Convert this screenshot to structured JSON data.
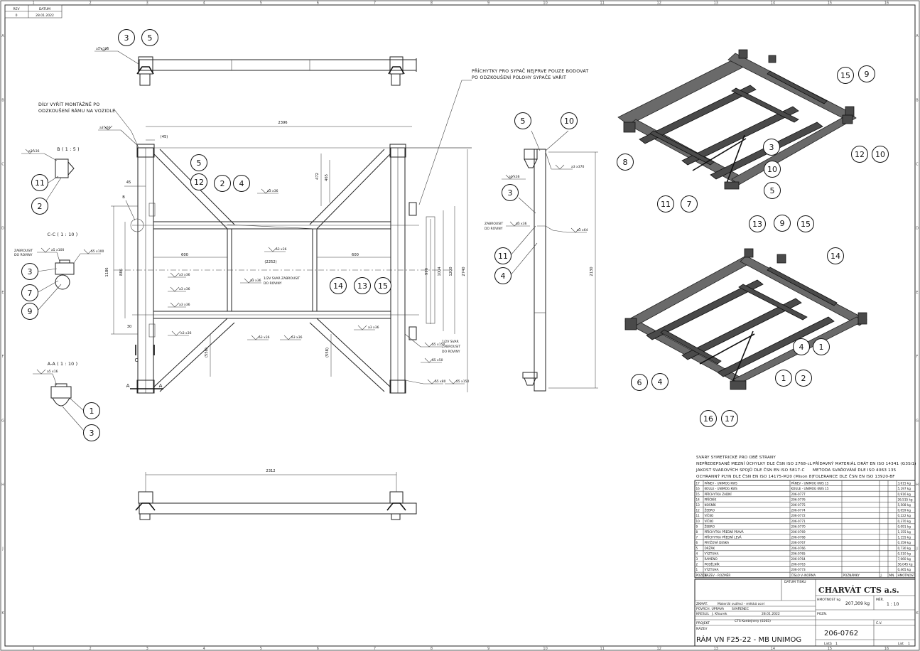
{
  "revision": {
    "rev_label": "REV",
    "date_label": "DATUM",
    "rev": "0",
    "date": "28.01.2022"
  },
  "zones": {
    "columns": [
      "1",
      "2",
      "3",
      "4",
      "5",
      "6",
      "7",
      "8",
      "9",
      "10",
      "11",
      "12",
      "13",
      "14",
      "15",
      "16"
    ],
    "rows": [
      "A",
      "B",
      "C",
      "D",
      "E",
      "F",
      "G",
      "H",
      "J",
      "K"
    ]
  },
  "notes": {
    "mount_parts": [
      "DÍLY VYŘÍT MONTÁŽNĚ PO",
      "ODZKOUŠENÍ RÁMU NA VOZIDLE"
    ],
    "spreader_tabs": [
      "PŘÍCHYTKY PRO SYPAČ NEJPRVE POUZE BODOVAT",
      "PO ODZKOUŠENÍ POLOHY SYPAČE VAŘIT"
    ],
    "grind_flush_a": [
      "ZABROUSIT",
      "DO ROVINY"
    ],
    "grind_flush_b": [
      "ZABROUSIT",
      "DO ROVINY"
    ],
    "weld_grind": [
      "1/2V SVAR ZABROUSIT",
      "DO ROVINY"
    ],
    "weld_grind_right": [
      "1/2V SVAR",
      "ZABROUSIT",
      "DO ROVINY"
    ]
  },
  "views": {
    "detail_b": "B ( 1 : 5 )",
    "section_cc": "C-C ( 1 : 10 )",
    "section_aa": "A-A ( 1 : 10 )",
    "cut_a": "A",
    "cut_b": "B",
    "cut_c": "C"
  },
  "dimensions": {
    "overall_length": "2396",
    "bottom_length": "2312",
    "overall_width": "2740",
    "width_1200": "1200",
    "width_1004": "1004",
    "width_990": "990",
    "height_1186": "1186",
    "height_886": "886",
    "inner_600_left": "600",
    "inner_600_right": "600",
    "diag_2252": "(2252)",
    "dim_45": "(45)",
    "dim_45b": "45",
    "dim_30": "30",
    "dim_465": "465",
    "dim_472": "472",
    "dim_558_left": "(558)",
    "dim_558_right": "(558)",
    "side_height": "2130"
  },
  "welds": {
    "a3x36": "a3 x36",
    "a5x100": "a5 x100",
    "a5x50": "a5 x50",
    "a3x60": "a3 x60",
    "a5x65": "a5 x65",
    "a5x150": "a5 x150",
    "a3x370": "a3 x370",
    "a5x80": "a5 x80",
    "a3x64": "a3 x64",
    "a5x16": "a5 x16"
  },
  "balloons": {
    "top_3": "3",
    "top_5": "5",
    "d11": "11",
    "d2": "2",
    "c3": "3",
    "c7": "7",
    "c9": "9",
    "a1": "1",
    "a3": "3",
    "m5": "5",
    "m12": "12",
    "m2": "2",
    "m4": "4",
    "m14": "14",
    "m13": "13",
    "m15": "15",
    "s5": "5",
    "s10": "10",
    "s3": "3",
    "s11": "11",
    "s4": "4",
    "i1_15": "15",
    "i1_9": "9",
    "i1_8": "8",
    "i1_12": "12",
    "i1_10": "10",
    "i1_3": "3",
    "i1_10b": "10",
    "i1_5": "5",
    "i1_11": "11",
    "i1_7": "7",
    "i2_13": "13",
    "i2_9": "9",
    "i2_15": "15",
    "i2_14": "14",
    "i2_4": "4",
    "i2_1": "1",
    "i2_6": "6",
    "i2_4b": "4",
    "i2_1b": "1",
    "i2_2": "2",
    "i2_16": "16",
    "i2_17": "17"
  },
  "spec_notes": {
    "left": [
      "SVÁRY SYMETRICKÉ PRO OBĚ STRANY",
      "NEPŘEDEPSANÉ MEZNÍ ÚCHYLKY DLE ČSN ISO 2768-cL",
      "JAKOST SVAROVÝCH SPOJŮ DLE ČSN EN ISO 5817-C",
      "OCHRANNÝ PLYN DLE  ČSN EN ISO 14175-M20 (Mison 8)"
    ],
    "right": [
      "PŘÍDAVNÝ MATERIÁL DRÁT  EN ISO 14341 (G3Si1)",
      "METODA SVAŘOVÁNÍ DLE  ISO 4063  135",
      "TOLERANCE DLE ČSN EN ISO 13920-BF"
    ]
  },
  "bom": {
    "headers": [
      "POZICE",
      "NÁZEV - ROZMĚR",
      "ČÍSLO V.-NORMA",
      "POZNÁMKY",
      "J.",
      "MN.",
      "HMOTNOST"
    ],
    "rows": [
      [
        "17",
        "PÁNEV - UNIMOG KWS",
        "PÁNEV - UNIMOG KWS 15",
        "",
        "",
        "",
        "3,615 kg"
      ],
      [
        "16",
        "KOULE - UNIMOG KWS",
        "KOULE - UNIMOG KWS 15",
        "",
        "",
        "",
        "5,197 kg"
      ],
      [
        "15",
        "PŘÍCHYTKA ZADNÍ",
        "206-0777",
        "",
        "",
        "",
        "0,916 kg"
      ],
      [
        "14",
        "PŘÍČNÍK",
        "206-0776",
        "",
        "",
        "",
        "26,515 kg"
      ],
      [
        "13",
        "NOSNÍK",
        "206-0775",
        "",
        "",
        "",
        "5,508 kg"
      ],
      [
        "12",
        "ŽEBRO",
        "206-0774",
        "",
        "",
        "",
        "0,059 kg"
      ],
      [
        "11",
        "VÍČKO",
        "206-0772",
        "",
        "",
        "",
        "0,222 kg"
      ],
      [
        "10",
        "VÍČKO",
        "206-0771",
        "",
        "",
        "",
        "0,370 kg"
      ],
      [
        "9",
        "ŽEBRO",
        "206-0770",
        "",
        "",
        "",
        "0,091 kg"
      ],
      [
        "8",
        "PŘÍCHYTKA PŘEDNÍ PRAVÁ",
        "206-0769",
        "",
        "",
        "",
        "1,155 kg"
      ],
      [
        "7",
        "PŘÍCHYTKA PŘEDNÍ LEVÁ",
        "206-0768",
        "",
        "",
        "",
        "1,155 kg"
      ],
      [
        "6",
        "PRYŽOVÁ DESKA",
        "206-0767",
        "",
        "",
        "",
        "0,359 kg"
      ],
      [
        "5",
        "DRŽÁK",
        "206-0766",
        "",
        "",
        "",
        "0,730 kg"
      ],
      [
        "4",
        "VÝZTUHA",
        "206-0765",
        "",
        "",
        "",
        "0,510 kg"
      ],
      [
        "3",
        "RAMENO",
        "206-0764",
        "",
        "",
        "",
        "7,060 kg"
      ],
      [
        "2",
        "PODÉLNÍK",
        "206-0763",
        "",
        "",
        "",
        "56,045 kg"
      ],
      [
        "1",
        "VÝZTUHA",
        "206-0773",
        "",
        "",
        "",
        "0,465 kg"
      ]
    ]
  },
  "title_block": {
    "date_label": "DATUM TISKU",
    "company": "CHARVÁT CTS a.s.",
    "weight_label": "HMOTNOST kg",
    "weight": "207,309 kg",
    "scale_label": "MĚŘ.",
    "scale": "1 : 10",
    "material_label": "ZKMAT.",
    "material_value": "Materiál svářecí - měkká ocel",
    "surface_label": "POVRCH. ÚPRAVA",
    "surface_value": "SVAŘENEC",
    "drawn_label": "KRESLIL",
    "drawn_by": "J. Kfourek",
    "drawn_date": "28.01.2022",
    "check_label": "POZN.",
    "project_label": "PROJEKT",
    "project_value": "CTS Kontejnery (0265)",
    "name_label": "NÁZEV",
    "doc_label": "Č.V.",
    "title": "RÁM VN F25-22 - MB UNIMOG",
    "drawing_number": "206-0762",
    "format_label": "List",
    "format_value": "1",
    "sheets_label": "Listů",
    "sheets_value": "1"
  }
}
